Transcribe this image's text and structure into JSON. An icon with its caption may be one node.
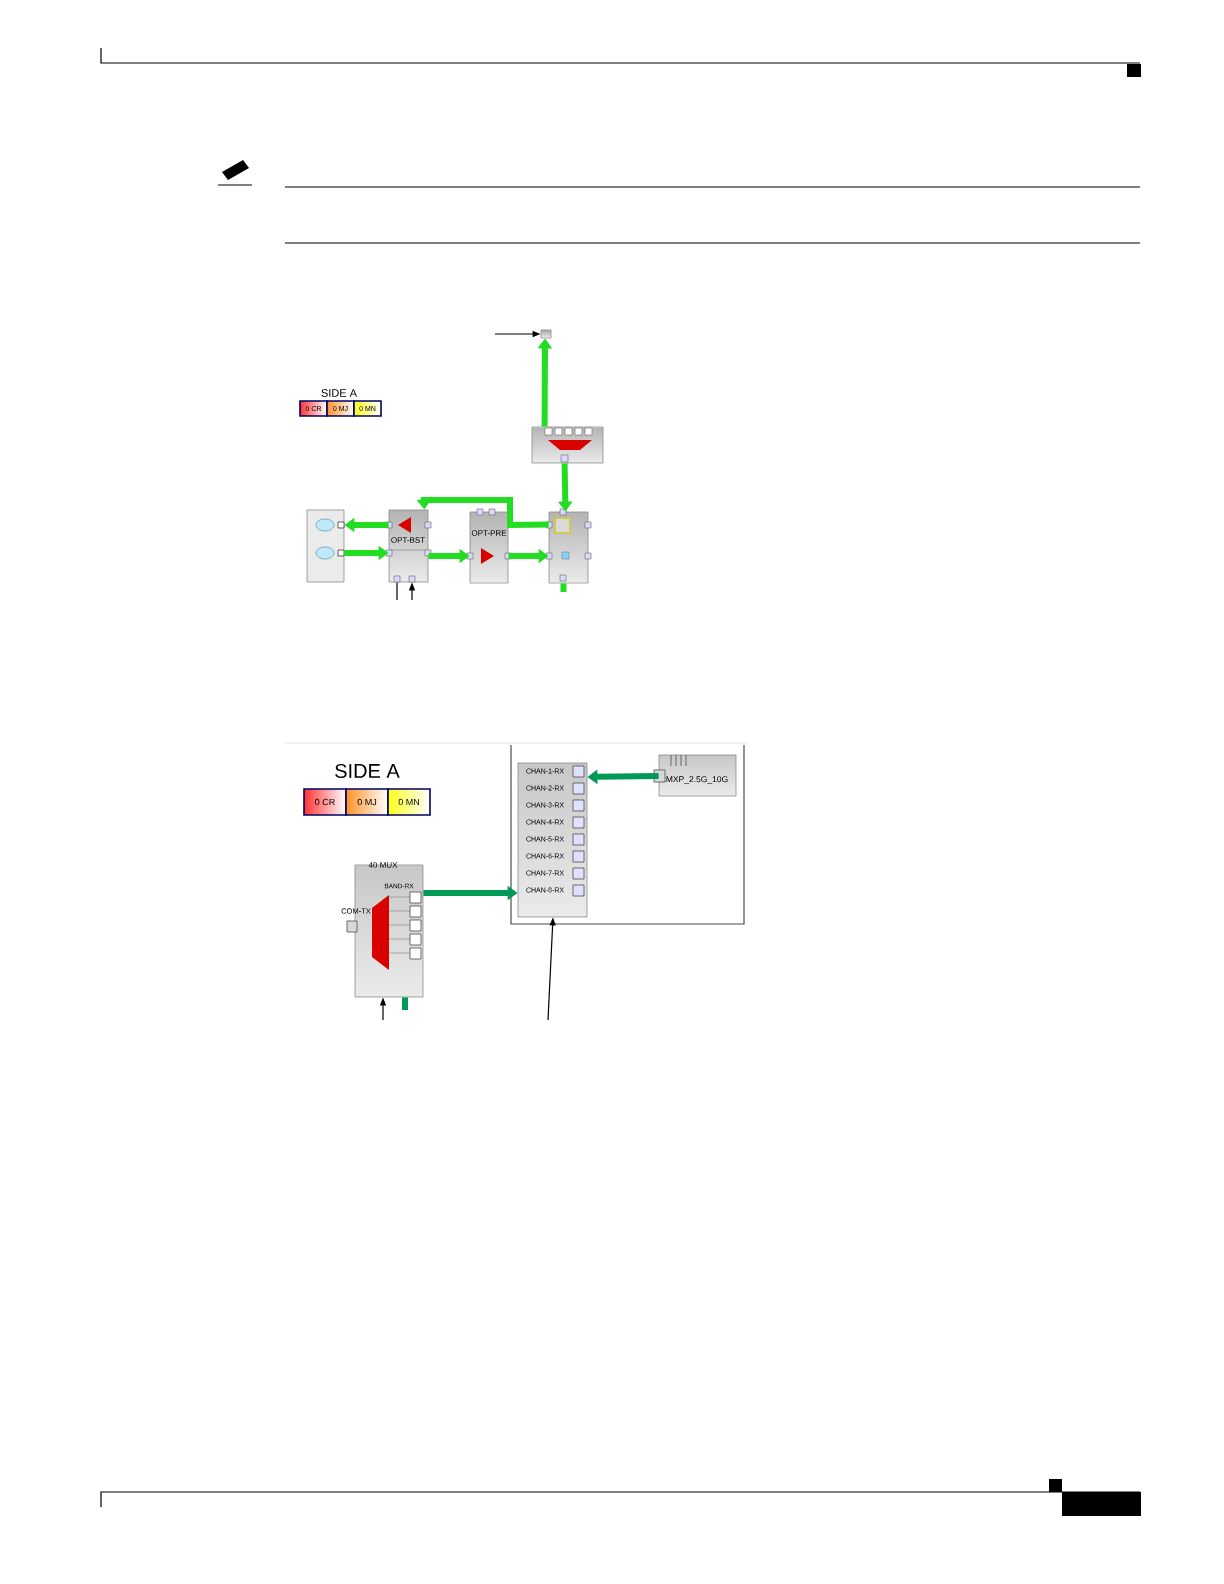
{
  "diagram": {
    "nodes": [
      {
        "text": [],
        "shape": "box"
      },
      {
        "text": [],
        "shape": "box"
      },
      {
        "text": [],
        "shape": "box"
      },
      {
        "text": [
          "OPT-BST"
        ]
      },
      {
        "text": [
          "OPT-PRE"
        ]
      },
      {
        "text": [],
        "shape": "box"
      },
      {
        "text": [
          "40 MUX"
        ]
      },
      {
        "text": [],
        "shape": "box"
      },
      {
        "text": [
          "CHAN-1-RX",
          "CHAN-2-RX",
          "CHAN-3-RX",
          "CHAN-4-RX",
          "CHAN-5-RX",
          "CHAN-6-RX",
          "CHAN-7-RX",
          "CHAN-8-RX"
        ],
        "in": 7
      },
      {
        "text": [
          "MXP_2.5G_10G"
        ],
        "in": 7
      }
    ],
    "edges": [
      {
        "from": null,
        "to": 0,
        "arrow": "to",
        "color": "#000000"
      },
      {
        "from": 1,
        "to": 0,
        "arrow": "to"
      },
      {
        "from": 1,
        "to": 5,
        "arrow": "to"
      },
      {
        "from": 5,
        "to": 3,
        "arrow": "to"
      },
      {
        "from": 3,
        "to": 2,
        "arrow": "to"
      },
      {
        "from": 2,
        "to": 3,
        "arrow": "to"
      },
      {
        "from": 3,
        "to": 4,
        "arrow": "to"
      },
      {
        "from": 4,
        "to": 5,
        "arrow": "to"
      },
      {
        "from": 5,
        "to": null,
        "arrow": "none"
      },
      {
        "from": null,
        "to": 3,
        "arrow": "to",
        "color": "#000000"
      },
      {
        "from": 3,
        "to": null,
        "arrow": "none",
        "color": "#000000"
      },
      {
        "from": 6,
        "to": 8,
        "arrow": "to",
        "color": "#009955"
      },
      {
        "from": 9,
        "to": 8,
        "arrow": "to",
        "color": "#009955"
      },
      {
        "from": null,
        "to": 6,
        "arrow": "to",
        "color": "#000000"
      },
      {
        "from": null,
        "to": 8,
        "arrow": "to",
        "color": "#000000"
      },
      {
        "from": 6,
        "to": null,
        "arrow": "none",
        "color": "#009955"
      }
    ],
    "labels": [
      "SIDE A",
      "0 CR",
      "0 MJ",
      "0 MN",
      "SIDE A",
      "0 CR",
      "0 MJ",
      "0 MN",
      "BAND-RX",
      "COM-TX"
    ]
  }
}
